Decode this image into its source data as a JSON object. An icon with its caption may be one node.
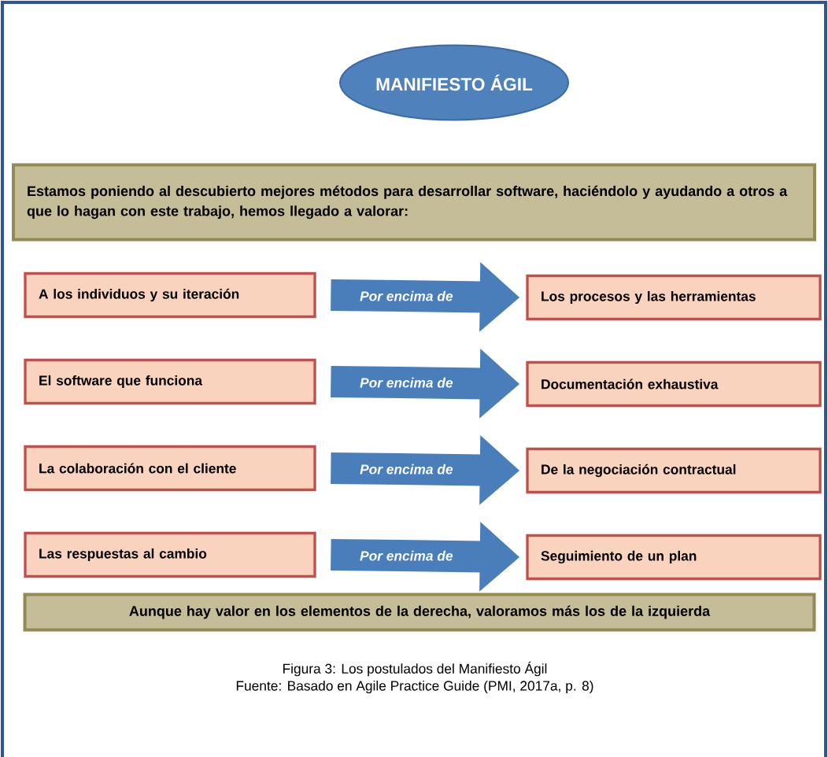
{
  "diagram": {
    "caption": "Figura 3: Los postulados del Manifiesto Ágil",
    "nodes": [
      {
        "text": [
          "MANIFIESTO  ÁGIL"
        ]
      },
      {
        "text": [
          "Estamos poniendo al descubierto mejores métodos para desarrollar software, haciéndolo y ayudando a otros a que lo hagan con este trabajo, hemos llegado a valorar:"
        ]
      },
      {
        "text": [
          "A los individuos y su iteración"
        ]
      },
      {
        "text": [
          "Los procesos y las herramientas"
        ]
      },
      {
        "text": [
          "El software que funciona"
        ]
      },
      {
        "text": [
          "Documentación exhaustiva"
        ]
      },
      {
        "text": [
          "La colaboración con el cliente"
        ]
      },
      {
        "text": [
          "De la negociación contractual"
        ]
      },
      {
        "text": [
          "Las respuestas al cambio"
        ]
      },
      {
        "text": [
          "Seguimiento de un plan"
        ]
      },
      {
        "text": [
          "Aunque hay valor en los elementos de la derecha, valoramos más los de la izquierda"
        ]
      }
    ],
    "edges": [
      {
        "from": 2,
        "to": 3,
        "arrow": "to",
        "label": "Por encima de"
      },
      {
        "from": 4,
        "to": 5,
        "arrow": "to",
        "label": "Por encima de"
      },
      {
        "from": 6,
        "to": 7,
        "arrow": "to",
        "label": "Por encima de"
      },
      {
        "from": 8,
        "to": 9,
        "arrow": "to",
        "label": "Por encima de"
      }
    ],
    "labels": [
      "Fuente: Basado en Agile Practice Guide (PMI, 2017a, p. 8)"
    ]
  }
}
